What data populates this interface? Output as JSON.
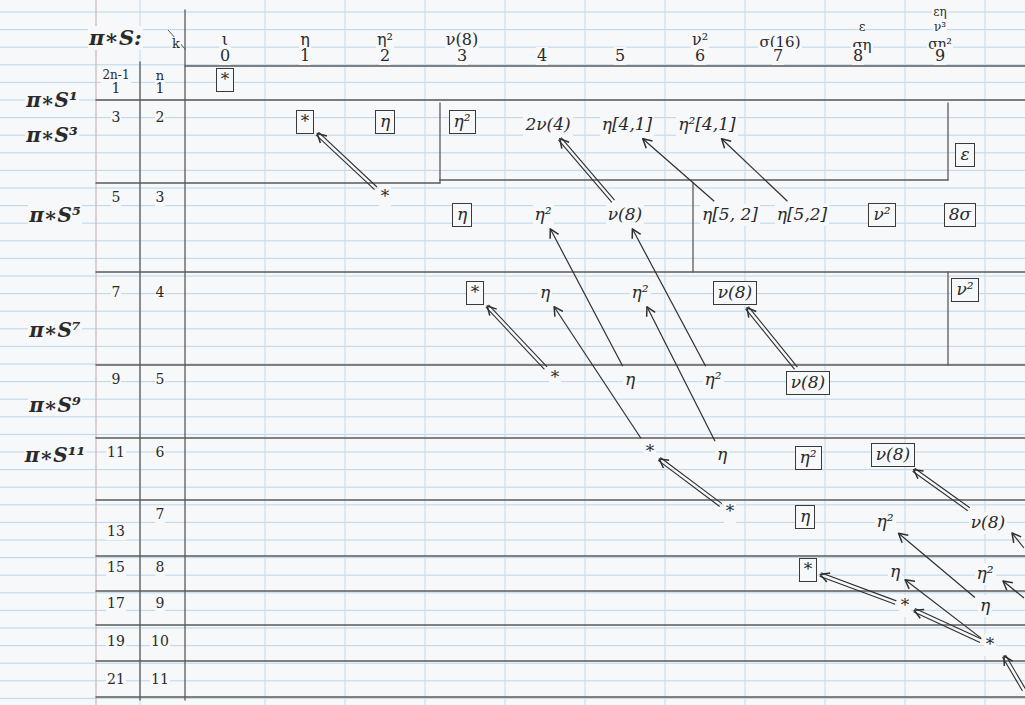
{
  "diagram": {
    "nodes": [
      {
        "text": [
          "*"
        ]
      },
      {
        "text": [
          "*"
        ]
      },
      {
        "text": [
          "η"
        ]
      },
      {
        "text": [
          "η²"
        ]
      },
      {
        "text": [
          "2ν(4)"
        ]
      },
      {
        "text": [
          "η[4,1]"
        ]
      },
      {
        "text": [
          "η²[4,1]"
        ]
      },
      {
        "text": [
          "ε"
        ]
      },
      {
        "text": [
          "*"
        ]
      },
      {
        "text": [
          "η"
        ]
      },
      {
        "text": [
          "η²"
        ]
      },
      {
        "text": [
          "ν(8)"
        ]
      },
      {
        "text": [
          "η[5, 2]"
        ]
      },
      {
        "text": [
          "η[5,2]"
        ]
      },
      {
        "text": [
          "ν²"
        ]
      },
      {
        "text": [
          "8σ"
        ]
      },
      {
        "text": [
          "*"
        ]
      },
      {
        "text": [
          "η"
        ]
      },
      {
        "text": [
          "η²"
        ]
      },
      {
        "text": [
          "ν(8)"
        ]
      },
      {
        "text": [
          "ν²"
        ]
      },
      {
        "text": [
          "*"
        ]
      },
      {
        "text": [
          "η"
        ]
      },
      {
        "text": [
          "η²"
        ]
      },
      {
        "text": [
          "ν(8)"
        ]
      },
      {
        "text": [
          "*"
        ]
      },
      {
        "text": [
          "η"
        ]
      },
      {
        "text": [
          "η²"
        ]
      },
      {
        "text": [
          "ν(8)"
        ]
      },
      {
        "text": [
          "*"
        ]
      },
      {
        "text": [
          "η"
        ]
      },
      {
        "text": [
          "η²"
        ]
      },
      {
        "text": [
          "ν(8)"
        ]
      },
      {
        "text": [
          "*"
        ]
      },
      {
        "text": [
          "η"
        ]
      },
      {
        "text": [
          "η²"
        ]
      },
      {
        "text": [
          "*"
        ]
      },
      {
        "text": [
          "η"
        ]
      },
      {
        "text": [
          "*"
        ]
      }
    ],
    "edges": [
      {
        "from": 8,
        "to": 1,
        "arrow": "to"
      },
      {
        "from": 11,
        "to": 4,
        "arrow": "to"
      },
      {
        "from": 12,
        "to": 5,
        "arrow": "to"
      },
      {
        "from": 13,
        "to": 6,
        "arrow": "to"
      },
      {
        "from": 21,
        "to": 16,
        "arrow": "to"
      },
      {
        "from": 25,
        "to": 17,
        "arrow": "to"
      },
      {
        "from": 22,
        "to": 10,
        "arrow": "to"
      },
      {
        "from": 23,
        "to": 11,
        "arrow": "to"
      },
      {
        "from": 26,
        "to": 18,
        "arrow": "to"
      },
      {
        "from": 24,
        "to": 19,
        "arrow": "to"
      },
      {
        "from": 29,
        "to": 25,
        "arrow": "to"
      },
      {
        "from": 36,
        "to": 33,
        "arrow": "to"
      },
      {
        "from": 32,
        "to": 28,
        "arrow": "to"
      },
      {
        "from": 37,
        "to": 31,
        "arrow": "to"
      },
      {
        "from": 38,
        "to": 34,
        "arrow": "to"
      },
      {
        "from": 38,
        "to": 36,
        "arrow": "to"
      }
    ],
    "labels": [
      "π∗S:",
      "ι",
      "η",
      "η²",
      "ν(8)",
      "ν²",
      "σ(16)",
      "ε",
      "ση",
      "εη",
      "ν³",
      "ση²",
      "k",
      "0",
      "1",
      "2",
      "3",
      "4",
      "5",
      "6",
      "7",
      "8",
      "9",
      "2n-1",
      "n",
      "1",
      "1",
      "3",
      "2",
      "5",
      "3",
      "7",
      "4",
      "9",
      "5",
      "11",
      "6",
      "7",
      "13",
      "15",
      "8",
      "17",
      "9",
      "19",
      "10",
      "21",
      "11",
      "π∗S¹",
      "π∗S³",
      "π∗S⁵",
      "π∗S⁷",
      "π∗S⁹",
      "π∗S¹¹"
    ]
  }
}
